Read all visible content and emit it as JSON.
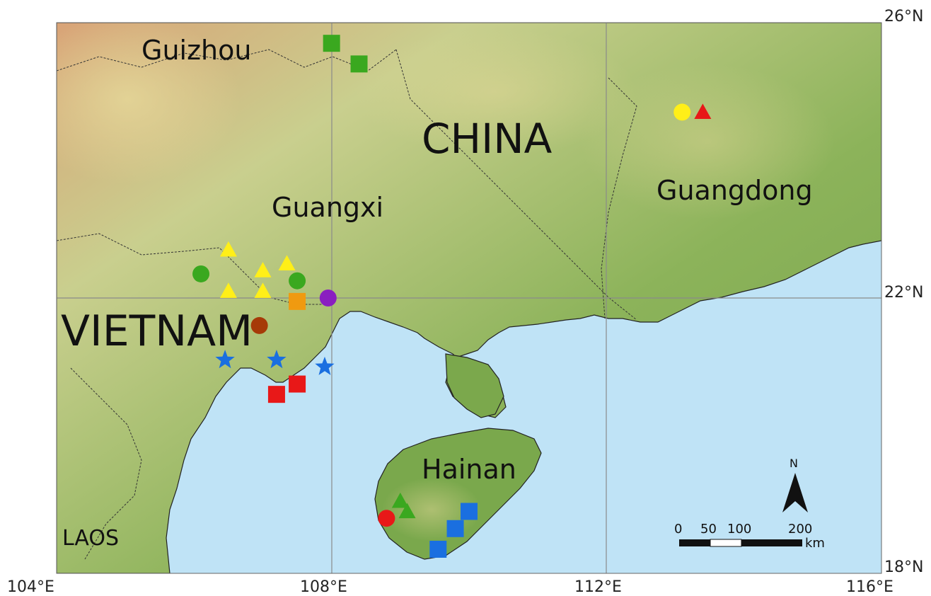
{
  "map": {
    "regions": {
      "guizhou": "Guizhou",
      "china": "CHINA",
      "guangxi": "Guangxi",
      "guangdong": "Guangdong",
      "vietnam": "VIETNAM",
      "hainan": "Hainan",
      "laos": "LAOS"
    },
    "axes": {
      "x_ticks": [
        "104°E",
        "108°E",
        "112°E",
        "116°E"
      ],
      "y_ticks": [
        "26°N",
        "22°N",
        "18°N"
      ]
    },
    "north_arrow_label": "N",
    "scale_bar": {
      "labels": [
        "0",
        "50",
        "100",
        "200"
      ],
      "unit": "km"
    },
    "colors": {
      "sea": "#bfe3f6",
      "land_low": "#7fa850",
      "land_mid": "#c9cf8e",
      "land_high": "#d9a377",
      "border": "#333333",
      "grid": "#8a8a8a",
      "marker_green": "#3aa81f",
      "marker_yellow": "#ffef18",
      "marker_red": "#e81818",
      "marker_blue": "#1a6fe0",
      "marker_purple": "#8a1fc0",
      "marker_orange": "#f09a10",
      "marker_brown": "#a63a08"
    },
    "markers": [
      {
        "shape": "square",
        "color": "green",
        "lon": 108.0,
        "lat": 25.7
      },
      {
        "shape": "square",
        "color": "green",
        "lon": 108.4,
        "lat": 25.4
      },
      {
        "shape": "circle",
        "color": "yellow",
        "lon": 113.1,
        "lat": 24.7
      },
      {
        "shape": "triangle",
        "color": "red",
        "lon": 113.4,
        "lat": 24.7
      },
      {
        "shape": "triangle",
        "color": "yellow",
        "lon": 106.5,
        "lat": 22.7
      },
      {
        "shape": "triangle",
        "color": "yellow",
        "lon": 107.0,
        "lat": 22.4
      },
      {
        "shape": "triangle",
        "color": "yellow",
        "lon": 107.35,
        "lat": 22.5
      },
      {
        "shape": "triangle",
        "color": "yellow",
        "lon": 106.5,
        "lat": 22.1
      },
      {
        "shape": "triangle",
        "color": "yellow",
        "lon": 107.0,
        "lat": 22.1
      },
      {
        "shape": "circle",
        "color": "green",
        "lon": 106.1,
        "lat": 22.35
      },
      {
        "shape": "circle",
        "color": "green",
        "lon": 107.5,
        "lat": 22.25
      },
      {
        "shape": "circle",
        "color": "purple",
        "lon": 107.95,
        "lat": 22.0
      },
      {
        "shape": "square",
        "color": "orange",
        "lon": 107.5,
        "lat": 21.95
      },
      {
        "shape": "circle",
        "color": "brown",
        "lon": 106.95,
        "lat": 21.6
      },
      {
        "shape": "star",
        "color": "blue",
        "lon": 106.45,
        "lat": 21.1
      },
      {
        "shape": "star",
        "color": "blue",
        "lon": 107.2,
        "lat": 21.1
      },
      {
        "shape": "star",
        "color": "blue",
        "lon": 107.9,
        "lat": 21.0
      },
      {
        "shape": "square",
        "color": "red",
        "lon": 107.2,
        "lat": 20.6
      },
      {
        "shape": "square",
        "color": "red",
        "lon": 107.5,
        "lat": 20.75
      },
      {
        "shape": "triangle",
        "color": "green",
        "lon": 109.0,
        "lat": 19.05
      },
      {
        "shape": "triangle",
        "color": "green",
        "lon": 109.1,
        "lat": 18.9
      },
      {
        "shape": "circle",
        "color": "red",
        "lon": 108.8,
        "lat": 18.8
      },
      {
        "shape": "square",
        "color": "blue",
        "lon": 110.0,
        "lat": 18.9
      },
      {
        "shape": "square",
        "color": "blue",
        "lon": 109.8,
        "lat": 18.65
      },
      {
        "shape": "square",
        "color": "blue",
        "lon": 109.55,
        "lat": 18.35
      }
    ]
  }
}
